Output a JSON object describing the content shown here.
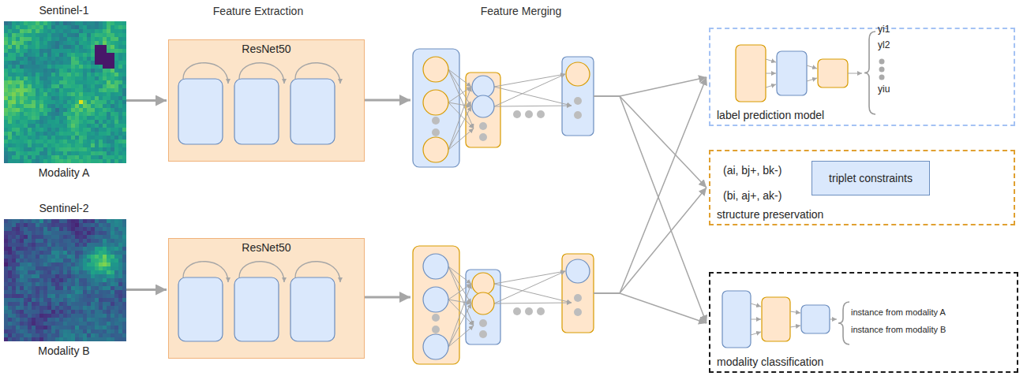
{
  "diagram": {
    "nodes": [
      {
        "text": [
          "Sentinel-1",
          "Modality A"
        ]
      },
      {
        "text": [
          "ResNet50"
        ]
      },
      {
        "text": [
          "Sentinel-2",
          "Modality B"
        ]
      },
      {
        "text": [
          "ResNet50"
        ]
      },
      {
        "text": [
          "label prediction model"
        ]
      },
      {
        "text": [
          "structure preservation"
        ]
      },
      {
        "text": [
          "triplet constraints"
        ],
        "in": 5
      },
      {
        "text": [
          "modality classification"
        ]
      }
    ],
    "edges": [
      {
        "from": 0,
        "to": 1,
        "arrow": "to"
      },
      {
        "from": 2,
        "to": 3,
        "arrow": "to"
      }
    ],
    "labels": [
      "Feature Extraction",
      "Feature Merging",
      "yi1",
      "yl2",
      "yiu",
      "(ai, bj+, bk-)",
      "(bi, aj+, ak-)",
      "instance from modality A",
      "instance from modality B"
    ]
  }
}
